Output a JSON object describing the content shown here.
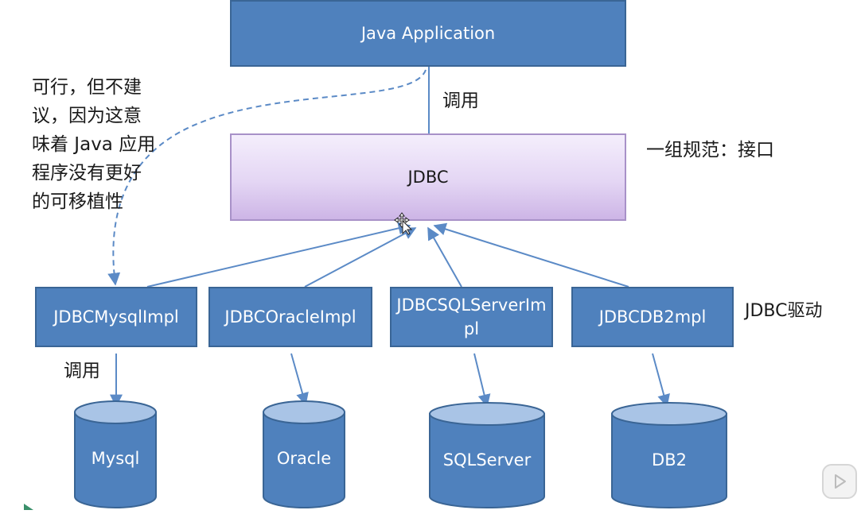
{
  "diagram": {
    "app_label": "Java Application",
    "call_top": "调用",
    "jdbc_label": "JDBC",
    "spec_label": "一组规范：接口",
    "note": "可行，但不建\n议，因为这意\n味着 Java 应用\n程序没有更好\n的可移植性",
    "driver_label": "JDBC驱动",
    "call_bottom": "调用",
    "impls": [
      {
        "label": "JDBCMysqlImpl"
      },
      {
        "label": "JDBCOracleImpl"
      },
      {
        "label": "JDBCSQLServerImpl"
      },
      {
        "label": "JDBCDB2mpl"
      }
    ],
    "databases": [
      {
        "label": "Mysql"
      },
      {
        "label": "Oracle"
      },
      {
        "label": "SQLServer"
      },
      {
        "label": "DB2"
      }
    ]
  },
  "colors": {
    "box_blue": "#4f81bd",
    "box_border": "#3a6595",
    "jdbc_fill": "#e4d6f4",
    "arrow": "#5b8ac6",
    "db_top": "#a9c4e6"
  },
  "icons": {
    "cursor": "move-cursor-icon",
    "player": "play-icon"
  }
}
